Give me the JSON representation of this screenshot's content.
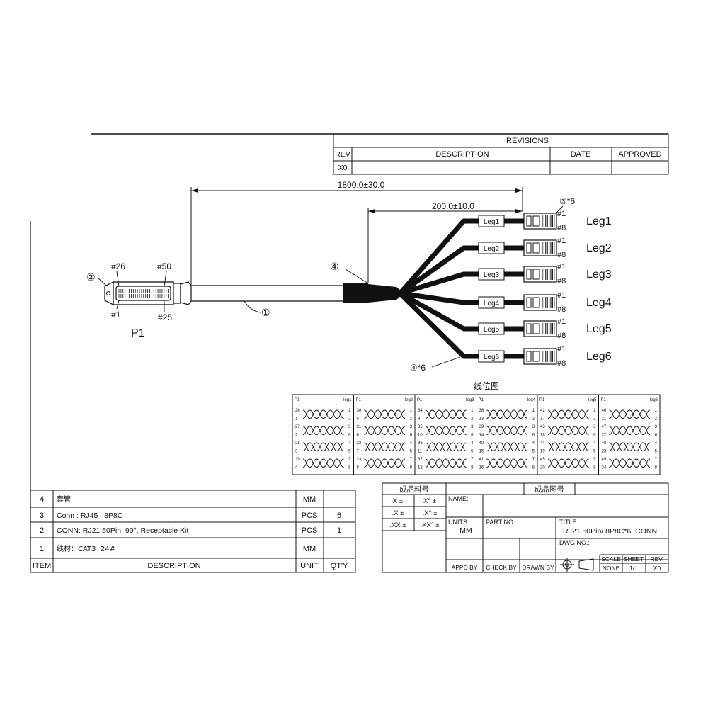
{
  "revisions": {
    "title": "REVISIONS",
    "headers": {
      "rev": "REV",
      "description": "DESCRIPTION",
      "date": "DATE",
      "approved": "APPROVED"
    },
    "rows": [
      {
        "rev": "X0",
        "description": "",
        "date": "",
        "approved": ""
      }
    ]
  },
  "dimensions": {
    "overall": "1800.0±30.0",
    "legs": "200.0±10.0"
  },
  "callouts": {
    "c1": "①",
    "c2": "②",
    "c3": "③*6",
    "c4": "④",
    "c4b": "④*6"
  },
  "connector_p1": {
    "label": "P1",
    "pin26": "#26",
    "pin50": "#50",
    "pin1": "#1",
    "pin25": "#25"
  },
  "legs": [
    {
      "tag": "Leg1",
      "name": "Leg1",
      "pin_top": "#1",
      "pin_bottom": "#8"
    },
    {
      "tag": "Leg2",
      "name": "Leg2",
      "pin_top": "#1",
      "pin_bottom": "#8"
    },
    {
      "tag": "Leg3",
      "name": "Leg3",
      "pin_top": "#1",
      "pin_bottom": "#8"
    },
    {
      "tag": "Leg4",
      "name": "Leg4",
      "pin_top": "#1",
      "pin_bottom": "#8"
    },
    {
      "tag": "Leg5",
      "name": "Leg5",
      "pin_top": "#1",
      "pin_bottom": "#8"
    },
    {
      "tag": "Leg6",
      "name": "Leg6",
      "pin_top": "#1",
      "pin_bottom": "#8"
    }
  ],
  "pinout": {
    "title": "线位图",
    "panels": [
      {
        "left": "P1",
        "right": "leg1",
        "p1_pins": [
          "26",
          "1",
          "27",
          "2",
          "28",
          "3",
          "29",
          "4"
        ],
        "leg_pins": [
          "1",
          "2",
          "3",
          "6",
          "4",
          "5",
          "7",
          "8"
        ]
      },
      {
        "left": "P1",
        "right": "leg2",
        "p1_pins": [
          "30",
          "5",
          "31",
          "6",
          "32",
          "7",
          "33",
          "8"
        ],
        "leg_pins": [
          "1",
          "2",
          "3",
          "6",
          "4",
          "5",
          "7",
          "8"
        ]
      },
      {
        "left": "P1",
        "right": "leg3",
        "p1_pins": [
          "34",
          "9",
          "35",
          "10",
          "36",
          "11",
          "37",
          "12"
        ],
        "leg_pins": [
          "1",
          "2",
          "3",
          "6",
          "4",
          "5",
          "7",
          "8"
        ]
      },
      {
        "left": "P1",
        "right": "leg4",
        "p1_pins": [
          "38",
          "13",
          "39",
          "14",
          "40",
          "15",
          "41",
          "16"
        ],
        "leg_pins": [
          "1",
          "2",
          "3",
          "6",
          "4",
          "5",
          "7",
          "8"
        ]
      },
      {
        "left": "P1",
        "right": "leg5",
        "p1_pins": [
          "42",
          "17",
          "43",
          "18",
          "44",
          "19",
          "45",
          "20"
        ],
        "leg_pins": [
          "1",
          "2",
          "3",
          "6",
          "4",
          "5",
          "7",
          "8"
        ]
      },
      {
        "left": "P1",
        "right": "leg6",
        "p1_pins": [
          "46",
          "21",
          "47",
          "22",
          "48",
          "23",
          "49",
          "24"
        ],
        "leg_pins": [
          "1",
          "2",
          "3",
          "6",
          "4",
          "5",
          "7",
          "8"
        ]
      }
    ]
  },
  "bom": {
    "headers": {
      "item": "ITEM",
      "description": "DESCRIPTION",
      "unit": "UNIT",
      "qty": "QT'Y"
    },
    "rows": [
      {
        "item": "4",
        "description": "套管",
        "unit": "MM",
        "qty": ""
      },
      {
        "item": "3",
        "description": "Conn : RJ45   8P8C",
        "unit": "PCS",
        "qty": "6"
      },
      {
        "item": "2",
        "description": "CONN: RJ21 50Pin  90°, Receptacle Kit",
        "unit": "PCS",
        "qty": "1"
      },
      {
        "item": "1",
        "description": "线材：CAT3  24#",
        "unit": "MM",
        "qty": ""
      }
    ]
  },
  "title_block": {
    "material_no": "成品料号",
    "drawing_no": "成品图号",
    "name_label": "NAME:",
    "tolerances": [
      "X ±",
      "X° ±",
      ".X ±",
      ".X° ±",
      ".XX ±",
      ".XX° ±"
    ],
    "units_label": "UNITS:",
    "units_value": "MM",
    "part_no_label": "PART NO.:",
    "title_label": "TITLE:",
    "title_value": "RJ21 50Pin/ 8P8C*6  CONN",
    "dwg_no_label": "DWG NO.:",
    "appd_by": "APPD BY",
    "check_by": "CHECK BY",
    "drawn_by": "DRAWN BY",
    "scale_label": "SCALE",
    "sheet_label": "SHEET",
    "rev_label": "REV.",
    "scale_value": "NONE",
    "sheet_value": "1/1",
    "rev_value": "X0"
  }
}
